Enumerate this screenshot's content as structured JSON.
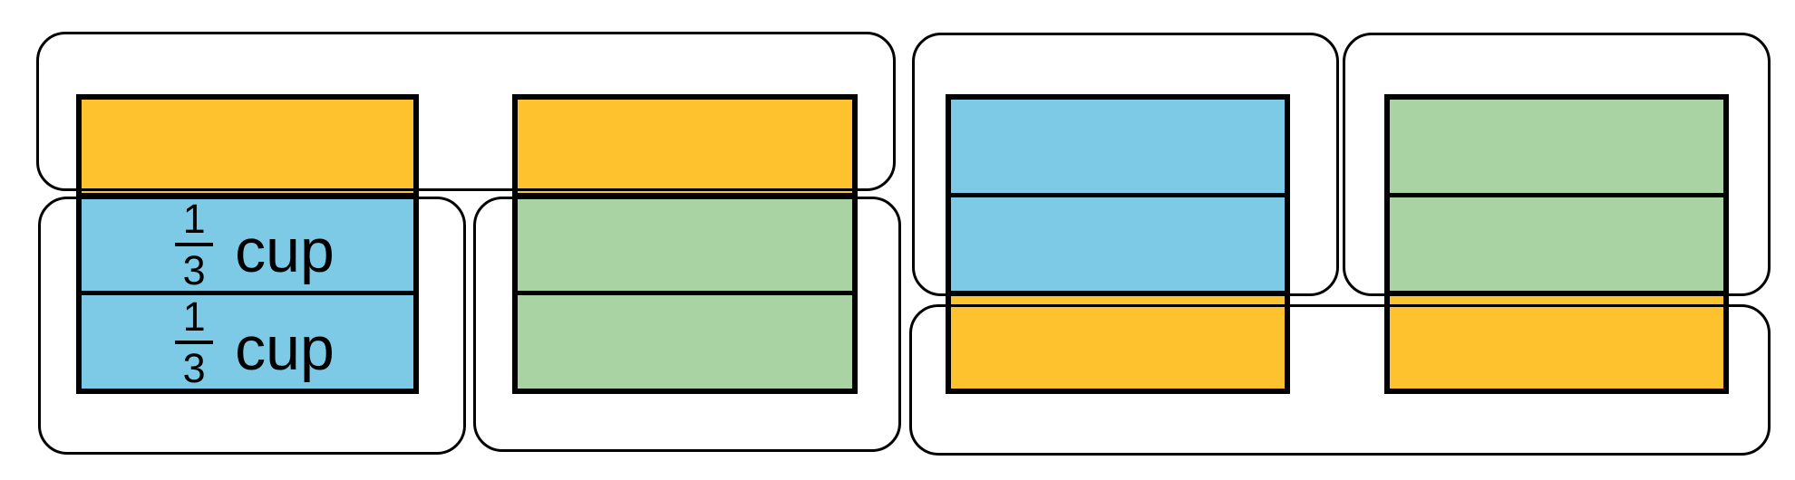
{
  "diagram": {
    "type": "fraction-tape-diagram",
    "background": "#ffffff",
    "colors": {
      "orange": "#FDC22D",
      "blue": "#7DCAE7",
      "green": "#A9D3A3",
      "line": "#000000"
    },
    "unit_label": {
      "numerator": "1",
      "denominator": "3",
      "unit": "cup"
    },
    "stacks": [
      {
        "id": "stack-1",
        "cells": [
          {
            "color": "orange",
            "label": ""
          },
          {
            "color": "blue",
            "label": "1/3 cup"
          },
          {
            "color": "blue",
            "label": "1/3 cup"
          }
        ]
      },
      {
        "id": "stack-2",
        "cells": [
          {
            "color": "orange",
            "label": ""
          },
          {
            "color": "green",
            "label": ""
          },
          {
            "color": "green",
            "label": ""
          }
        ]
      },
      {
        "id": "stack-3",
        "cells": [
          {
            "color": "blue",
            "label": ""
          },
          {
            "color": "blue",
            "label": ""
          },
          {
            "color": "orange",
            "label": ""
          }
        ]
      },
      {
        "id": "stack-4",
        "cells": [
          {
            "color": "green",
            "label": ""
          },
          {
            "color": "green",
            "label": ""
          },
          {
            "color": "orange",
            "label": ""
          }
        ]
      }
    ],
    "groups": [
      {
        "id": "top-oranges",
        "encloses": "top orange thirds of stacks 1 and 2"
      },
      {
        "id": "stack1-blues",
        "encloses": "two blue thirds of stack 1"
      },
      {
        "id": "stack2-greens",
        "encloses": "two green thirds of stack 2"
      },
      {
        "id": "stack3-blues",
        "encloses": "two blue thirds of stack 3"
      },
      {
        "id": "stack4-greens",
        "encloses": "two green thirds of stack 4"
      },
      {
        "id": "bottom-oranges",
        "encloses": "bottom orange thirds of stacks 3 and 4"
      }
    ]
  }
}
